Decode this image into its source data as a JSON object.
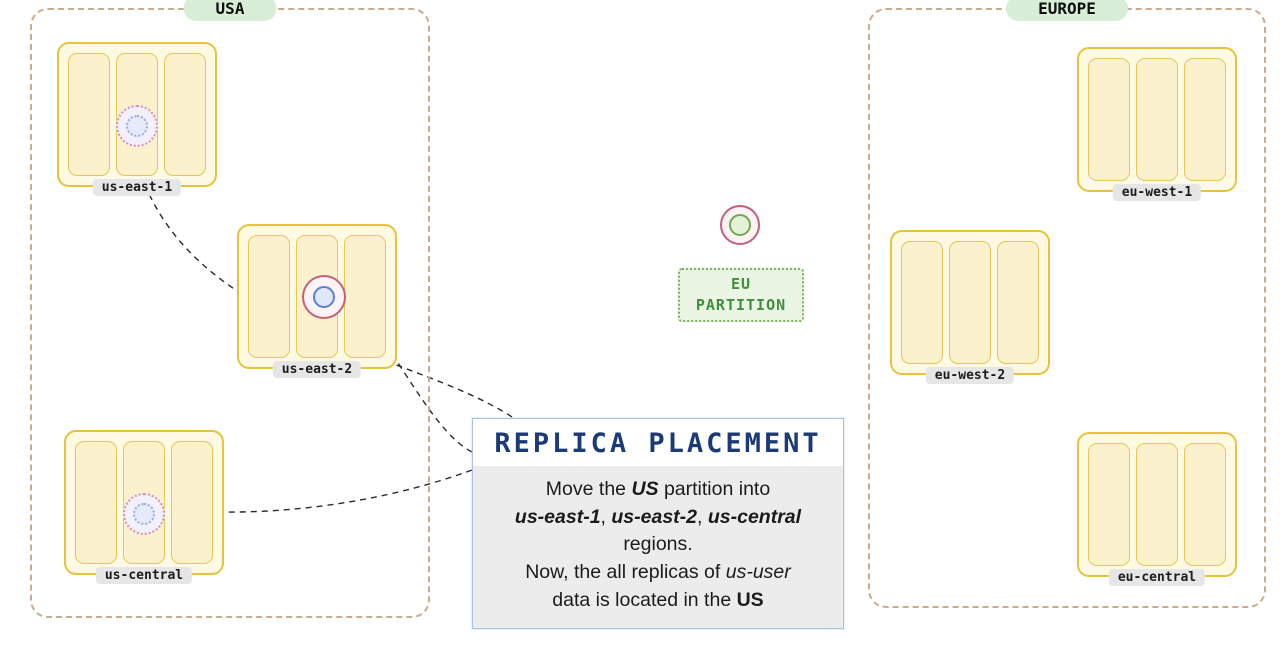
{
  "groups": {
    "usa": {
      "label": "USA",
      "zones": [
        {
          "label": "us-east-1"
        },
        {
          "label": "us-east-2"
        },
        {
          "label": "us-central"
        }
      ]
    },
    "europe": {
      "label": "EUROPE",
      "zones": [
        {
          "label": "eu-west-1"
        },
        {
          "label": "eu-west-2"
        },
        {
          "label": "eu-central"
        }
      ]
    }
  },
  "eu_partition": {
    "line1": "EU",
    "line2": "PARTITION"
  },
  "callout": {
    "title": "REPLICA PLACEMENT",
    "body": [
      {
        "text": "Move the ",
        "style": ""
      },
      {
        "text": "US",
        "style": "bi"
      },
      {
        "text": " partition into\n",
        "style": ""
      },
      {
        "text": "us-east-1",
        "style": "bi"
      },
      {
        "text": ", ",
        "style": ""
      },
      {
        "text": "us-east-2",
        "style": "bi"
      },
      {
        "text": ", ",
        "style": ""
      },
      {
        "text": "us-central",
        "style": "bi"
      },
      {
        "text": "\nregions.\nNow, the all replicas of ",
        "style": ""
      },
      {
        "text": "us-user",
        "style": "i"
      },
      {
        "text": "\ndata is located in the ",
        "style": ""
      },
      {
        "text": "US",
        "style": "b"
      }
    ]
  },
  "colors": {
    "group_border": "#cbab8e",
    "zone_border": "#e8c23b",
    "zone_fill": "#fdf9e3",
    "group_pill_green": "#d9eed7",
    "partition_green_text": "#3f8f3c",
    "callout_title_navy": "#1b3a78",
    "replica_ring_pink": "#c4607a",
    "replica_inner_blue": "#5b7fd6",
    "eu_replica_green": "#76a84b"
  }
}
